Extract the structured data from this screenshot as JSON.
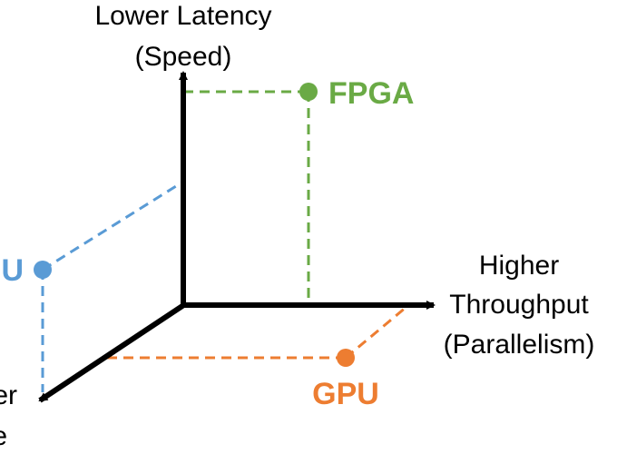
{
  "axes": {
    "vertical": {
      "line1": "Lower Latency",
      "line2": "(Speed)"
    },
    "horizontal": {
      "line1": "Higher",
      "line2": "Throughput",
      "line3": "(Parallelism)"
    },
    "depth": {
      "line1": "er",
      "line2": "e"
    }
  },
  "points": {
    "fpga": {
      "label": "FPGA",
      "color": "#6aaa45"
    },
    "cpu": {
      "label": "U",
      "color": "#5a9bd5"
    },
    "gpu": {
      "label": "GPU",
      "color": "#ed7d31"
    }
  },
  "axis_color": "#000000"
}
